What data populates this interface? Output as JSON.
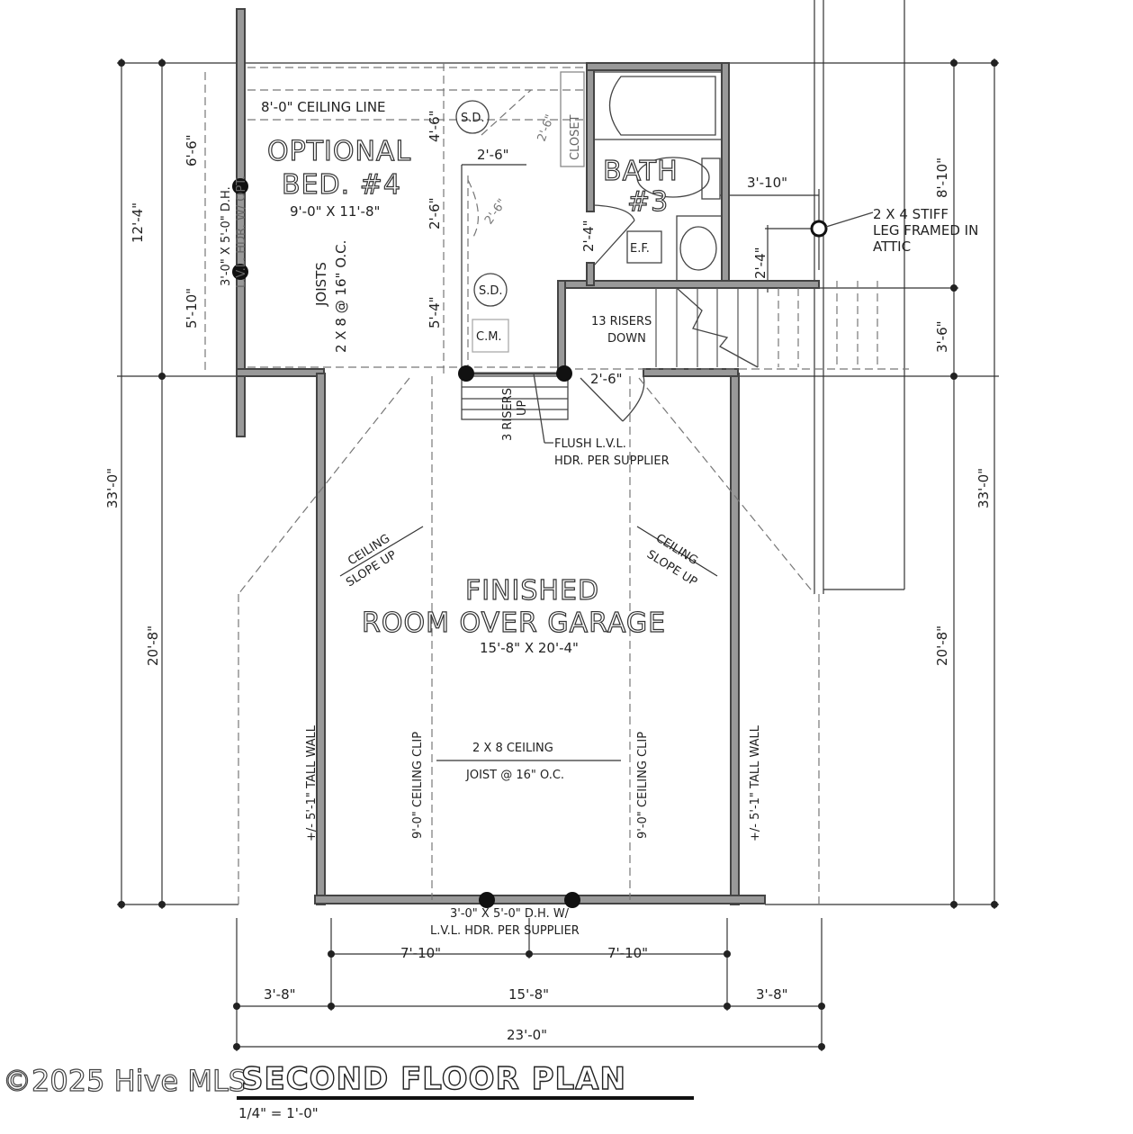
{
  "plan": {
    "title": "SECOND FLOOR PLAN",
    "scale": "1/4\" = 1'-0\"",
    "watermark": "©2025 Hive MLS"
  },
  "rooms": {
    "bed4_name_1": "OPTIONAL",
    "bed4_name_2": "BED. #4",
    "bed4_size": "9'-0\" X 11'-8\"",
    "bed4_ceiling": "8'-0\" CEILING LINE",
    "bed4_joists_1": "JOISTS",
    "bed4_joists_2": "2 X 8 @ 16\" O.C.",
    "bed4_window_1": "3'-0\" X 5'-0\" D.H.",
    "bed4_window_2": "L.V.L. HDR. W/ OPT.",
    "closet": "CLOSET",
    "sd_1": "S.D.",
    "sd_2": "S.D.",
    "cm": "C.M.",
    "bath_name_1": "BATH",
    "bath_name_2": "#3",
    "ef": "E.F.",
    "garage_name_1": "FINISHED",
    "garage_name_2": "ROOM OVER GARAGE",
    "garage_size": "15'-8\" X 20'-4\""
  },
  "notes": {
    "stiff_leg_1": "2 X 4 STIFF",
    "stiff_leg_2": "LEG FRAMED IN",
    "stiff_leg_3": "ATTIC",
    "risers_down_1": "13 RISERS",
    "risers_down_2": "DOWN",
    "risers_up_1": "3 RISERS",
    "risers_up_2": "UP",
    "flush_lvl_1": "FLUSH L.V.L.",
    "flush_lvl_2": "HDR. PER SUPPLIER",
    "slope_left_1": "CEILING",
    "slope_left_2": "SLOPE UP",
    "slope_right_1": "CEILING",
    "slope_right_2": "SLOPE UP",
    "ceiling_clip_left": "9'-0\" CEILING CLIP",
    "ceiling_clip_right": "9'-0\" CEILING CLIP",
    "tall_wall_left": "+/- 5'-1\" TALL WALL",
    "tall_wall_right": "+/- 5'-1\" TALL WALL",
    "ceiling_joist_1": "2 X 8 CEILING",
    "ceiling_joist_2": "JOIST @ 16\" O.C.",
    "window_bottom_1": "3'-0\" X 5'-0\" D.H. W/",
    "window_bottom_2": "L.V.L. HDR. PER SUPPLIER"
  },
  "dimensions": {
    "left_12_4": "12'-4\"",
    "left_6_6": "6'-6\"",
    "left_5_10": "5'-10\"",
    "left_33_0": "33'-0\"",
    "left_20_8": "20'-8\"",
    "mid_4_6": "4'-6\"",
    "mid_2_6_a": "2'-6\"",
    "mid_5_4": "5'-4\"",
    "closet_2_6_horiz": "2'-6\"",
    "closet_2_6_diag1": "2'-6\"",
    "closet_2_6_diag2": "2'-6\"",
    "bath_door": "2'-4\"",
    "bath_3_10": "3'-10\"",
    "stair_2_4": "2'-4\"",
    "stair_door": "2'-6\"",
    "right_8_10": "8'-10\"",
    "right_3_6": "3'-6\"",
    "right_33_0": "33'-0\"",
    "right_20_8": "20'-8\"",
    "bottom_7_10_left": "7'-10\"",
    "bottom_7_10_right": "7'-10\"",
    "bottom_3_8_left": "3'-8\"",
    "bottom_15_8": "15'-8\"",
    "bottom_3_8_right": "3'-8\"",
    "bottom_23_0": "23'-0\""
  }
}
